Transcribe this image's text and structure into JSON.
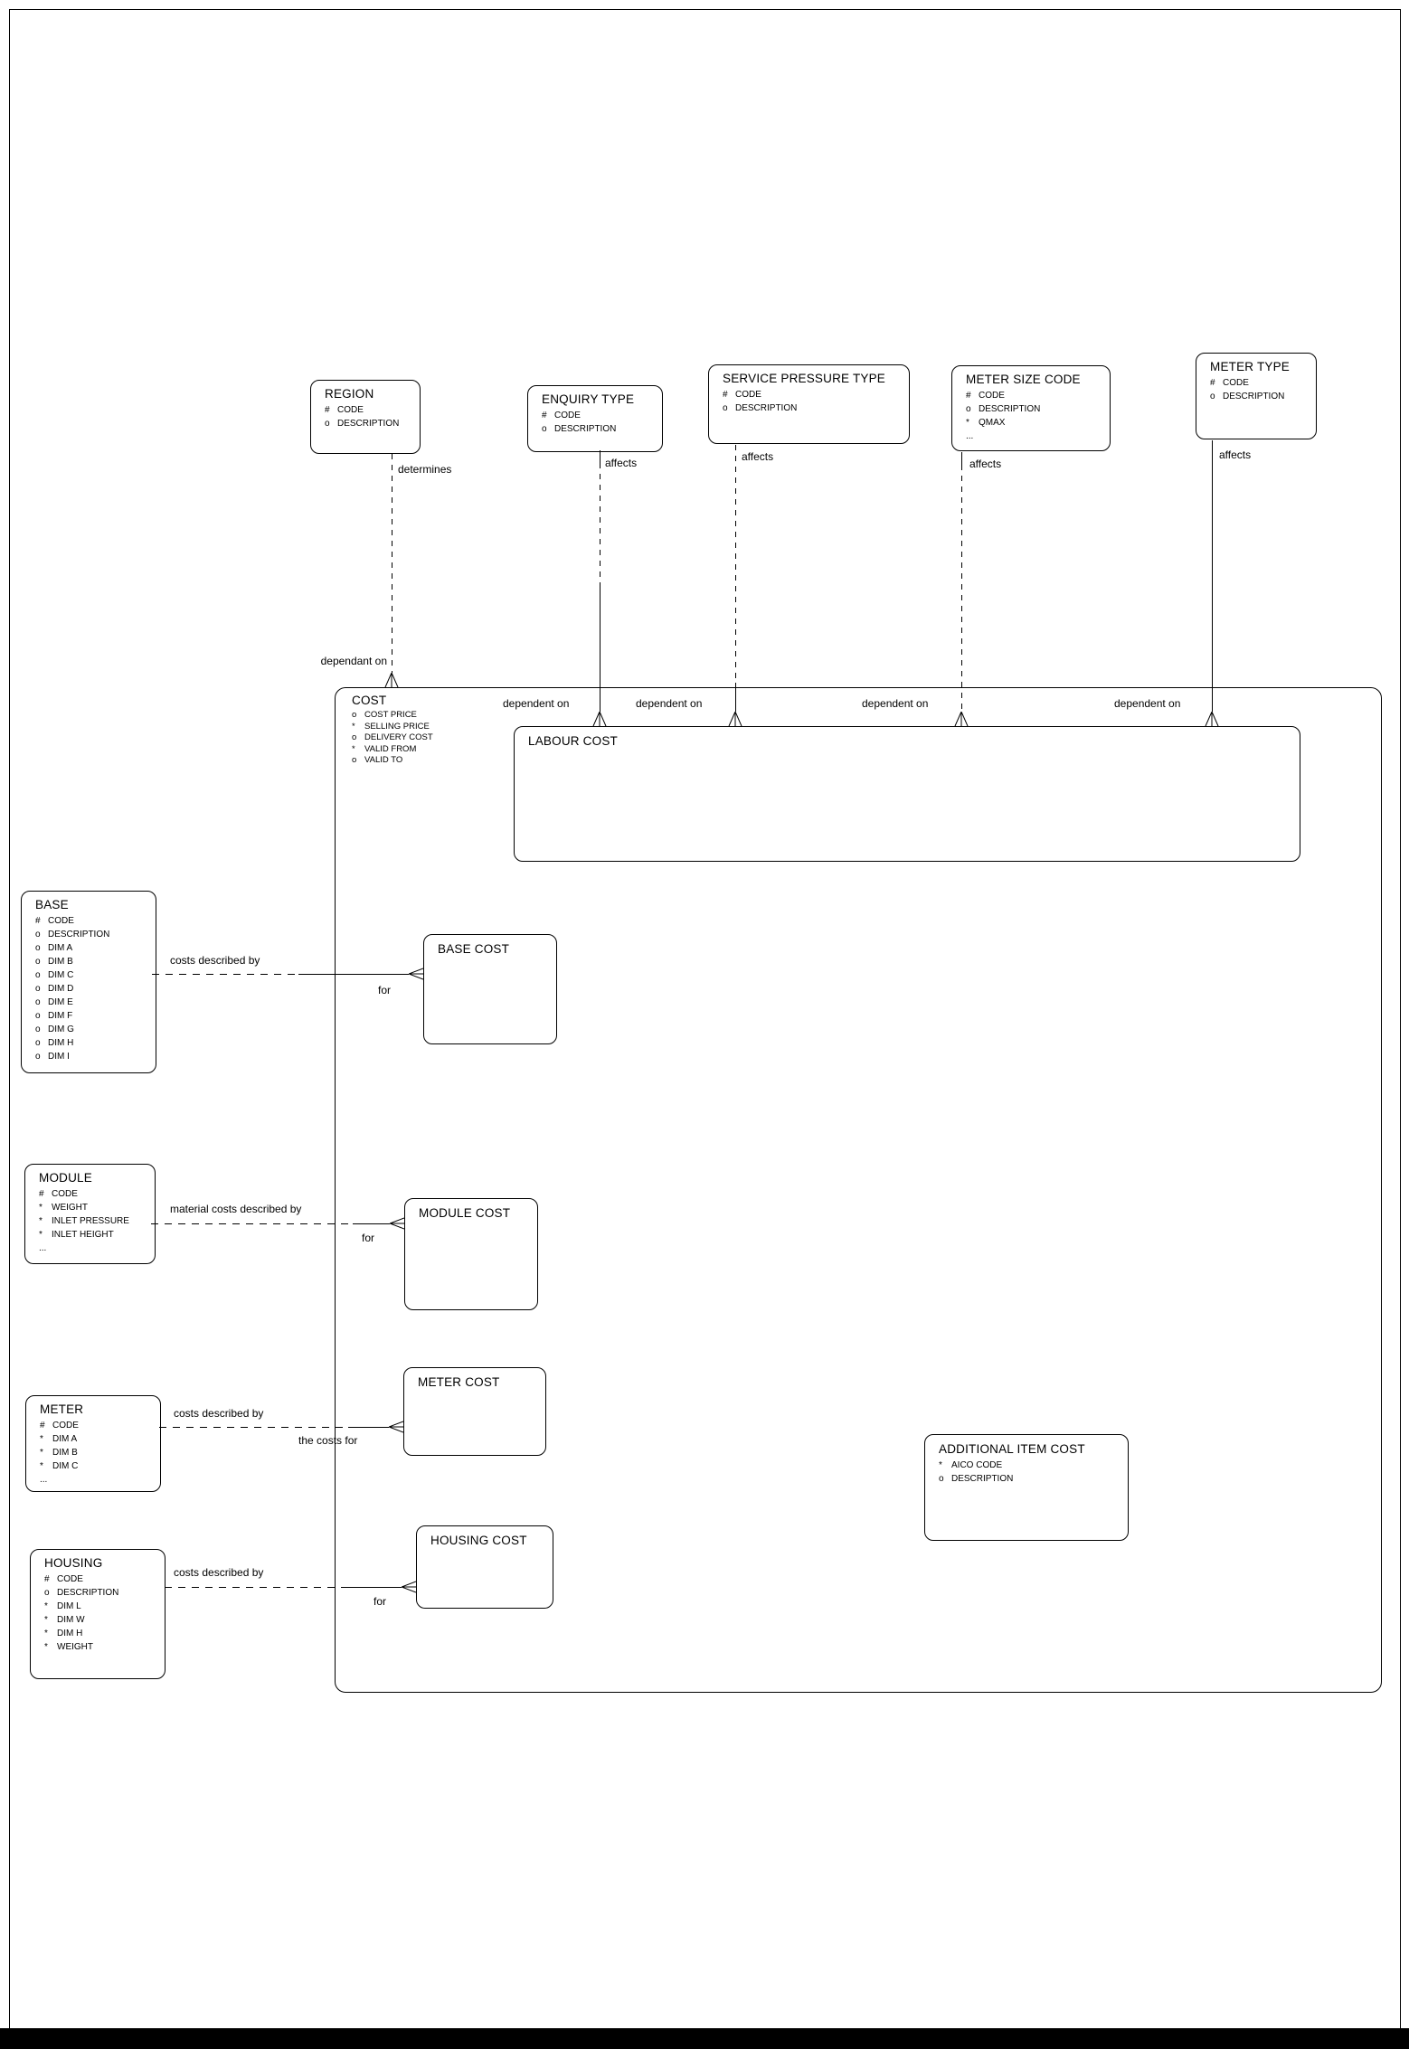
{
  "colors": {
    "background": "#ffffff",
    "line": "#000000",
    "text": "#000000"
  },
  "entities": {
    "region": {
      "title": "REGION",
      "attrs": [
        [
          "#",
          "CODE"
        ],
        [
          "o",
          "DESCRIPTION"
        ]
      ]
    },
    "enquiry_type": {
      "title": "ENQUIRY TYPE",
      "attrs": [
        [
          "#",
          "CODE"
        ],
        [
          "o",
          "DESCRIPTION"
        ]
      ]
    },
    "service_pressure_type": {
      "title": "SERVICE PRESSURE TYPE",
      "attrs": [
        [
          "#",
          "CODE"
        ],
        [
          "o",
          "DESCRIPTION"
        ]
      ]
    },
    "meter_size_code": {
      "title": "METER SIZE CODE",
      "attrs": [
        [
          "#",
          "CODE"
        ],
        [
          "o",
          "DESCRIPTION"
        ],
        [
          "*",
          "QMAX"
        ],
        [
          "...",
          ""
        ]
      ]
    },
    "meter_type": {
      "title": "METER TYPE",
      "attrs": [
        [
          "#",
          "CODE"
        ],
        [
          "o",
          "DESCRIPTION"
        ]
      ]
    },
    "cost": {
      "title": "COST",
      "attrs": [
        [
          "o",
          "COST PRICE"
        ],
        [
          "*",
          "SELLING PRICE"
        ],
        [
          "o",
          "DELIVERY COST"
        ],
        [
          "*",
          "VALID FROM"
        ],
        [
          "o",
          "VALID TO"
        ]
      ]
    },
    "labour_cost": {
      "title": "LABOUR COST",
      "attrs": []
    },
    "base": {
      "title": "BASE",
      "attrs": [
        [
          "#",
          "CODE"
        ],
        [
          "o",
          "DESCRIPTION"
        ],
        [
          "o",
          "DIM A"
        ],
        [
          "o",
          "DIM B"
        ],
        [
          "o",
          "DIM C"
        ],
        [
          "o",
          "DIM D"
        ],
        [
          "o",
          "DIM E"
        ],
        [
          "o",
          "DIM F"
        ],
        [
          "o",
          "DIM G"
        ],
        [
          "o",
          "DIM H"
        ],
        [
          "o",
          "DIM I"
        ]
      ]
    },
    "base_cost": {
      "title": "BASE COST",
      "attrs": []
    },
    "module": {
      "title": "MODULE",
      "attrs": [
        [
          "#",
          "CODE"
        ],
        [
          "*",
          "WEIGHT"
        ],
        [
          "*",
          "INLET PRESSURE"
        ],
        [
          "*",
          "INLET HEIGHT"
        ],
        [
          "...",
          ""
        ]
      ]
    },
    "module_cost": {
      "title": "MODULE COST",
      "attrs": []
    },
    "meter": {
      "title": "METER",
      "attrs": [
        [
          "#",
          "CODE"
        ],
        [
          "*",
          "DIM A"
        ],
        [
          "*",
          "DIM B"
        ],
        [
          "*",
          "DIM C"
        ],
        [
          "...",
          ""
        ]
      ]
    },
    "meter_cost": {
      "title": "METER COST",
      "attrs": []
    },
    "housing": {
      "title": "HOUSING",
      "attrs": [
        [
          "#",
          "CODE"
        ],
        [
          "o",
          "DESCRIPTION"
        ],
        [
          "*",
          "DIM L"
        ],
        [
          "*",
          "DIM W"
        ],
        [
          "*",
          "DIM H"
        ],
        [
          "*",
          "WEIGHT"
        ]
      ]
    },
    "housing_cost": {
      "title": "HOUSING COST",
      "attrs": []
    },
    "additional_item_cost": {
      "title": "ADDITIONAL ITEM COST",
      "attrs": [
        [
          "*",
          "AICO CODE"
        ],
        [
          "o",
          "DESCRIPTION"
        ]
      ]
    }
  },
  "labels": {
    "determines": "determines",
    "affects": "affects",
    "dependant_on": "dependant on",
    "dependent_on": "dependent on",
    "base_rel": {
      "name": "costs described by",
      "inverse": "for"
    },
    "module_rel": {
      "name": "material costs described by",
      "inverse": "for"
    },
    "meter_rel": {
      "name": "costs described by",
      "inverse": "the costs for"
    },
    "housing_rel": {
      "name": "costs described by",
      "inverse": "for"
    }
  }
}
